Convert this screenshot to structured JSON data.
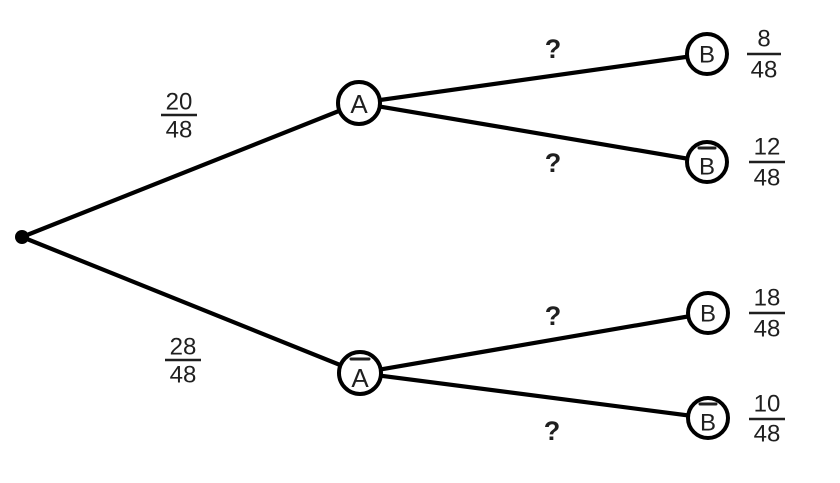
{
  "tree": {
    "type": "probability-tree",
    "colors": {
      "question": "#ed1c24",
      "line": "#000000",
      "text": "#1f1f1f",
      "background": "#ffffff"
    },
    "level1_branches": [
      {
        "node_label": "A",
        "complement": false,
        "probability": {
          "numerator": "20",
          "denominator": "48"
        }
      },
      {
        "node_label": "A",
        "complement": true,
        "probability": {
          "numerator": "28",
          "denominator": "48"
        }
      }
    ],
    "level2_branches": [
      {
        "from": "A",
        "node_label": "B",
        "complement": false,
        "probability_label": "?",
        "outcome": {
          "numerator": "8",
          "denominator": "48"
        }
      },
      {
        "from": "A",
        "node_label": "B",
        "complement": true,
        "probability_label": "?",
        "outcome": {
          "numerator": "12",
          "denominator": "48"
        }
      },
      {
        "from": "A-complement",
        "node_label": "B",
        "complement": false,
        "probability_label": "?",
        "outcome": {
          "numerator": "18",
          "denominator": "48"
        }
      },
      {
        "from": "A-complement",
        "node_label": "B",
        "complement": true,
        "probability_label": "?",
        "outcome": {
          "numerator": "10",
          "denominator": "48"
        }
      }
    ]
  }
}
